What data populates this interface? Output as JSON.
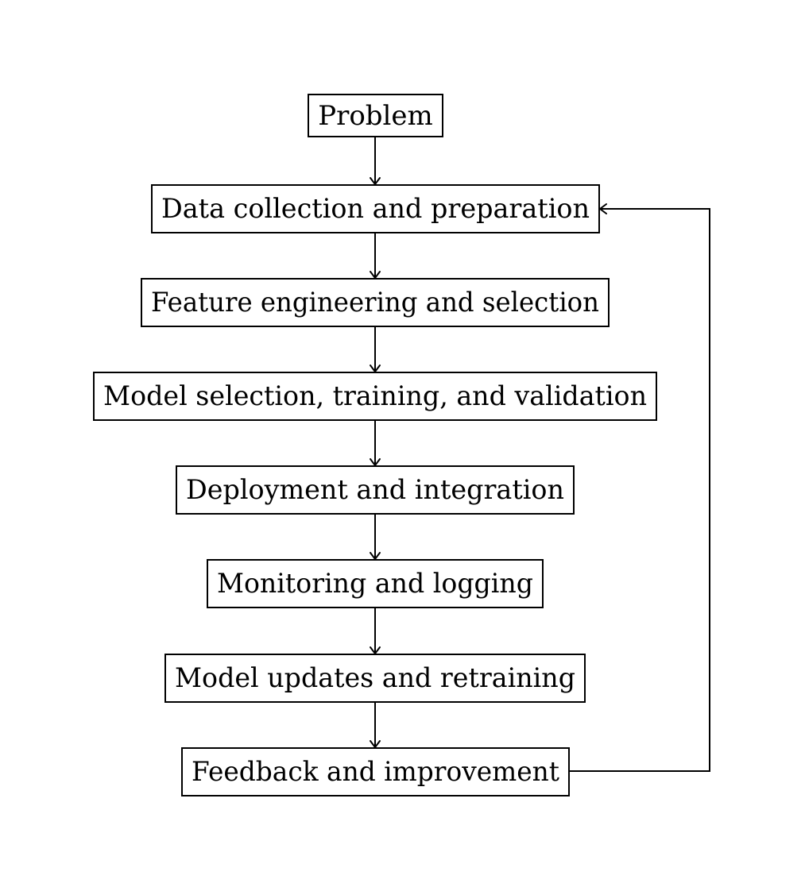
{
  "diagram": {
    "type": "flowchart",
    "nodes": [
      {
        "id": "problem",
        "label": "Problem"
      },
      {
        "id": "data-collection",
        "label": "Data collection and preparation"
      },
      {
        "id": "feature-engineering",
        "label": "Feature engineering and selection"
      },
      {
        "id": "model-selection",
        "label": "Model selection, training, and validation"
      },
      {
        "id": "deployment",
        "label": "Deployment and integration"
      },
      {
        "id": "monitoring",
        "label": "Monitoring and logging"
      },
      {
        "id": "model-updates",
        "label": "Model updates and retraining"
      },
      {
        "id": "feedback",
        "label": "Feedback and improvement"
      }
    ],
    "edges": [
      {
        "from": "problem",
        "to": "data-collection"
      },
      {
        "from": "data-collection",
        "to": "feature-engineering"
      },
      {
        "from": "feature-engineering",
        "to": "model-selection"
      },
      {
        "from": "model-selection",
        "to": "deployment"
      },
      {
        "from": "deployment",
        "to": "monitoring"
      },
      {
        "from": "monitoring",
        "to": "model-updates"
      },
      {
        "from": "model-updates",
        "to": "feedback"
      },
      {
        "from": "feedback",
        "to": "data-collection",
        "route": "loop-right"
      }
    ],
    "colors": {
      "stroke": "#000000",
      "fill": "#ffffff",
      "text": "#000000"
    }
  }
}
